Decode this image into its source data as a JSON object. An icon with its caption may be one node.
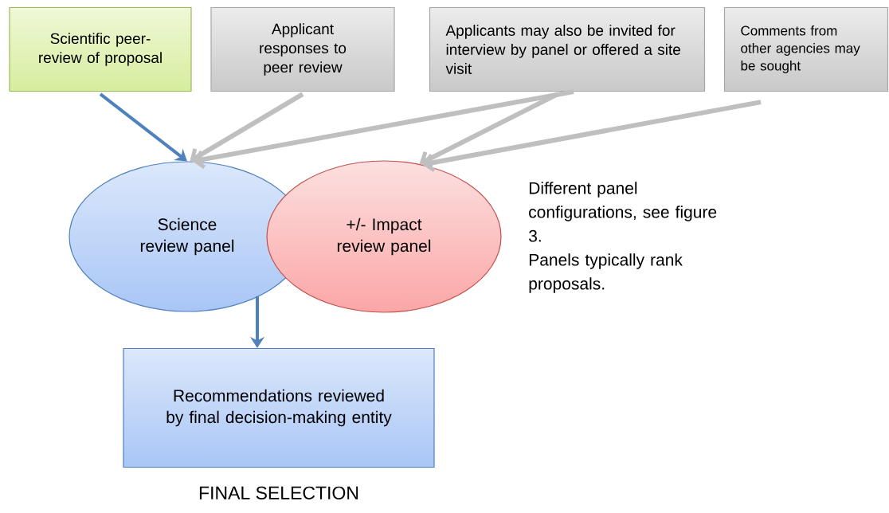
{
  "diagram": {
    "nodes": [
      {
        "text": [
          "Scientific peer-review of proposal"
        ]
      },
      {
        "text": [
          "Applicant responses to peer review"
        ]
      },
      {
        "text": [
          "Applicants may also be invited for interview by panel or offered a site visit"
        ]
      },
      {
        "text": [
          "Comments from other agencies may be sought"
        ]
      },
      {
        "text": [
          "Science review panel"
        ]
      },
      {
        "text": [
          "+/- Impact review panel"
        ]
      },
      {
        "text": [
          "Recommendations reviewed by final decision-making entity"
        ],
        "beside": [
          "FINAL SELECTION"
        ]
      }
    ],
    "edges": [
      {
        "from": 0,
        "to": 4,
        "arrow": "to",
        "color": "#4f81bd"
      },
      {
        "from": 1,
        "to": 4,
        "arrow": "to"
      },
      {
        "from": 2,
        "to": 4,
        "arrow": "to"
      },
      {
        "from": 2,
        "to": 5,
        "arrow": "to"
      },
      {
        "from": 3,
        "to": 5,
        "arrow": "to"
      },
      {
        "from": 4,
        "to": 6,
        "arrow": "to",
        "color": "#4f81bd"
      }
    ],
    "labels": [
      "Different panel configurations, see figure 3.",
      "Panels typically rank proposals."
    ]
  }
}
